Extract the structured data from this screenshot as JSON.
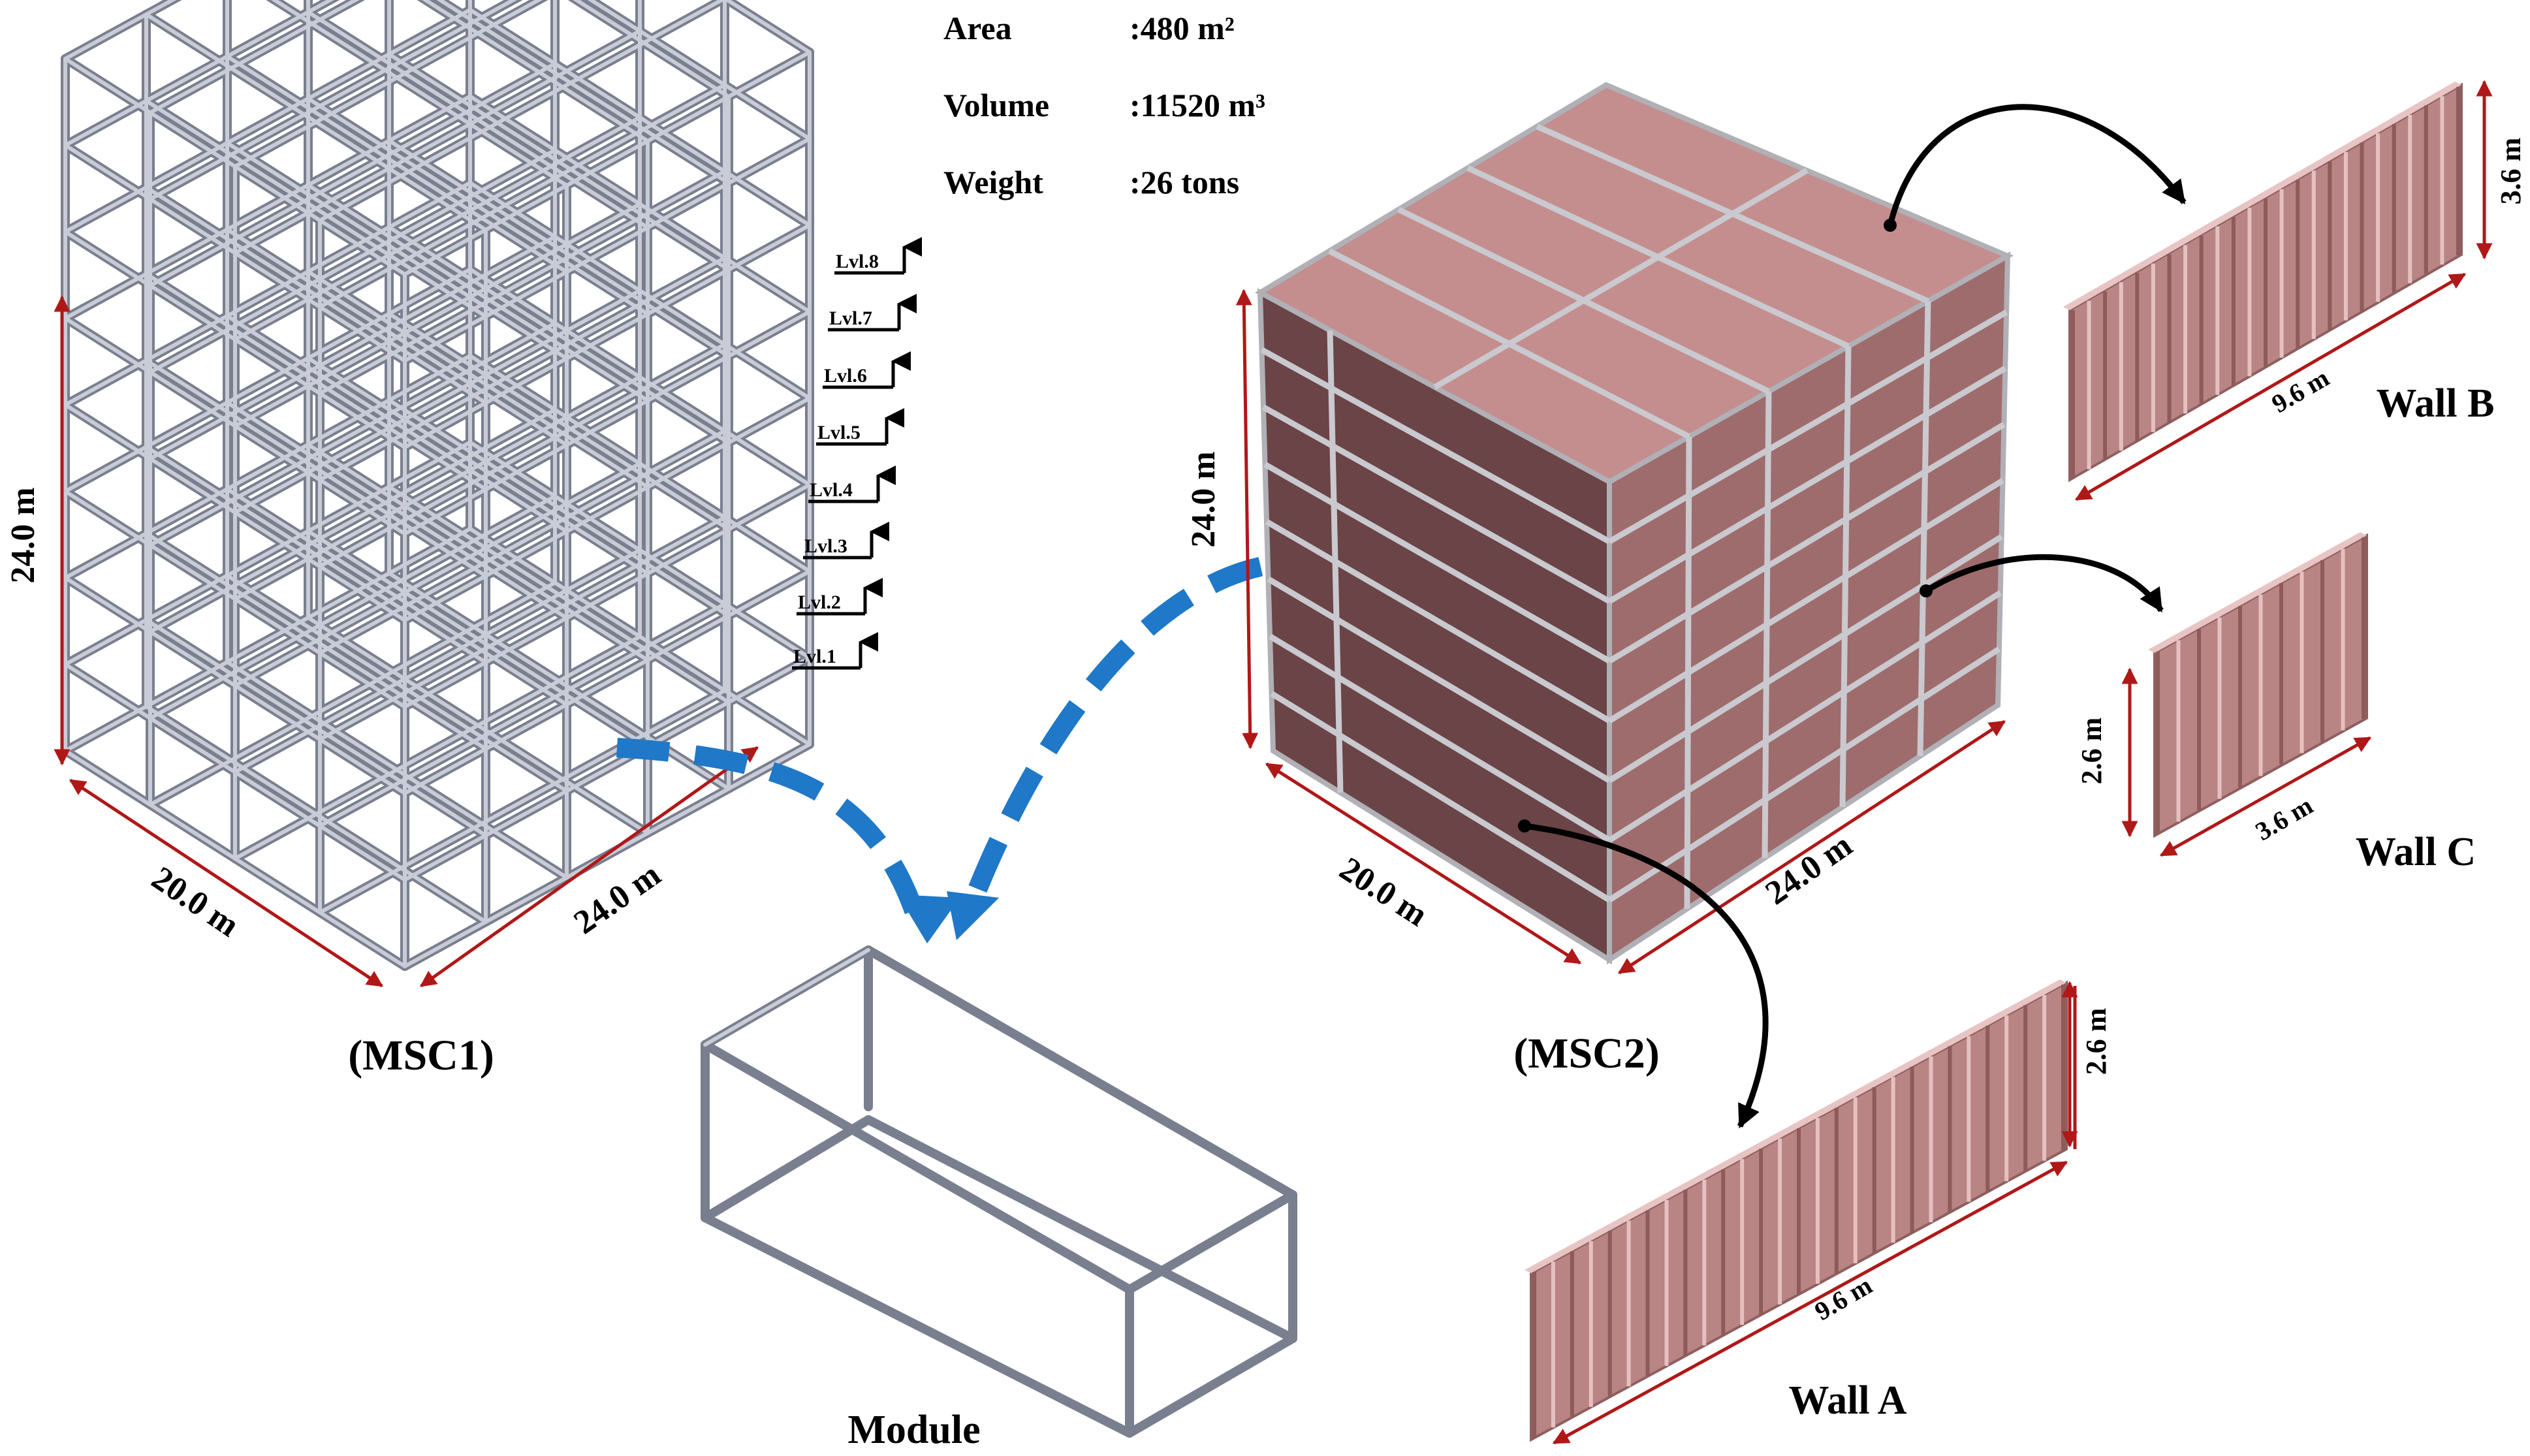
{
  "info": {
    "area_label": "Area",
    "area_value": ":480 m²",
    "volume_label": "Volume",
    "volume_value": ":11520 m³",
    "weight_label": "Weight",
    "weight_value": ":26 tons"
  },
  "msc1": {
    "title": "(MSC1)",
    "height": "24.0 m",
    "width": "20.0 m",
    "depth": "24.0 m",
    "levels": [
      "Lvl.1",
      "Lvl.2",
      "Lvl.3",
      "Lvl.4",
      "Lvl.5",
      "Lvl.6",
      "Lvl.7",
      "Lvl.8"
    ]
  },
  "msc2": {
    "title": "(MSC2)",
    "height": "24.0 m",
    "width": "20.0 m",
    "depth": "24.0 m"
  },
  "module": {
    "title": "Module"
  },
  "wall_a": {
    "title": "Wall A",
    "length": "9.6 m",
    "height": "2.6 m"
  },
  "wall_b": {
    "title": "Wall B",
    "length": "9.6 m",
    "height": "3.6 m"
  },
  "wall_c": {
    "title": "Wall C",
    "length": "3.6 m",
    "height": "2.6 m"
  },
  "colors": {
    "frame_steel": "#7a7f8f",
    "panel_top": "#c48e8e",
    "panel_front": "#6a4446",
    "panel_side": "#9e6c6c",
    "dimension_line": "#b01818",
    "connector_arrow": "#1f78c8"
  }
}
